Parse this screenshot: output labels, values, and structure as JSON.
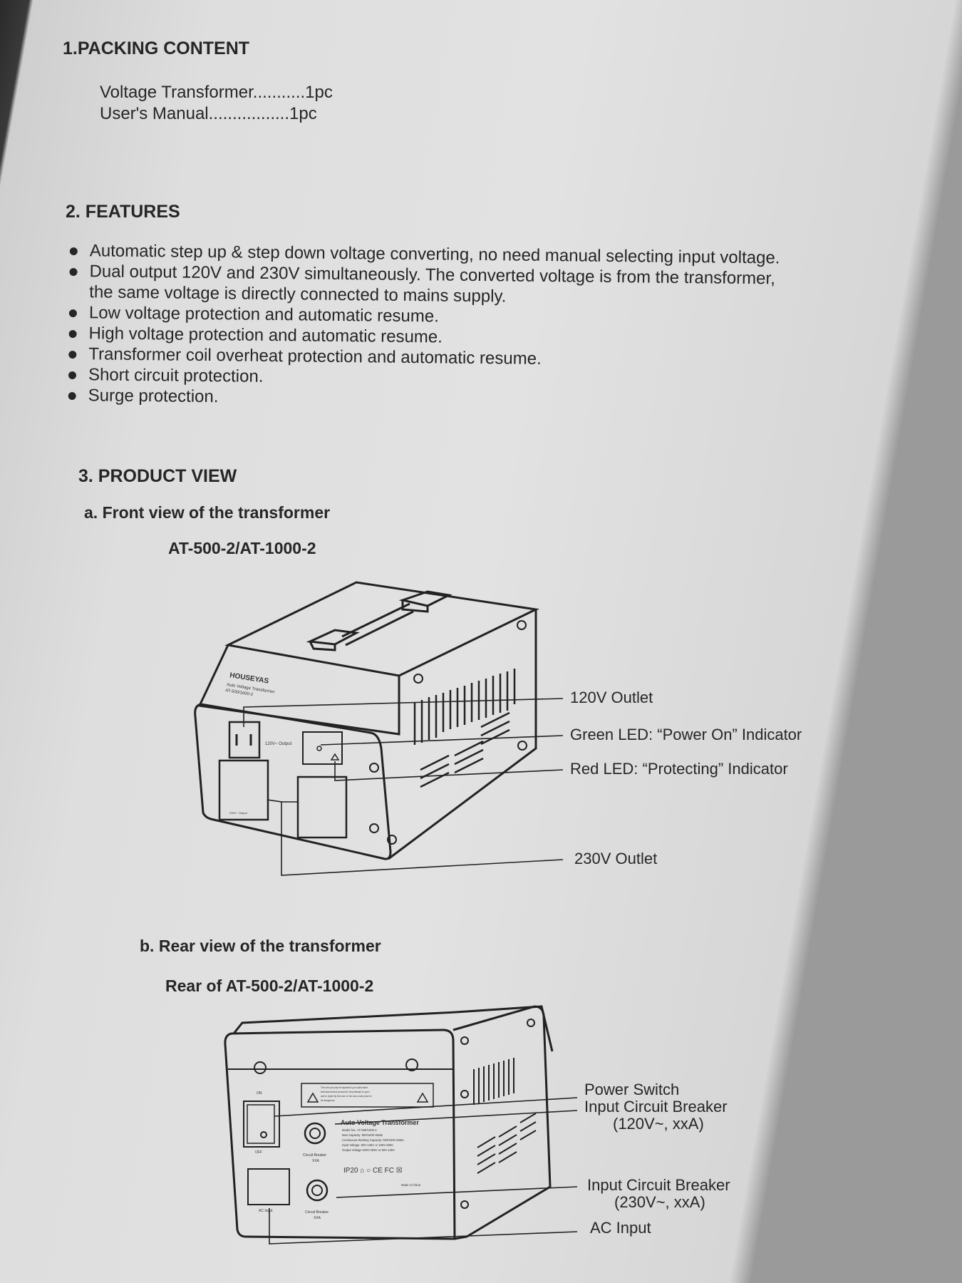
{
  "packing": {
    "heading": "1.PACKING CONTENT",
    "items": [
      "Voltage Transformer...........1pc",
      "User's Manual.................1pc"
    ]
  },
  "features": {
    "heading": "2. FEATURES",
    "items": [
      "Automatic step up & step down voltage converting, no need manual selecting input voltage.",
      "Dual output 120V and 230V simultaneously. The converted voltage is from the transformer,",
      "Low voltage protection and automatic resume.",
      "High voltage protection and automatic resume.",
      "Transformer coil overheat protection and automatic resume.",
      "Short circuit protection.",
      "Surge protection."
    ],
    "item2_cont": "the same voltage is directly connected to mains supply."
  },
  "product_view": {
    "heading": "3. PRODUCT VIEW",
    "front": {
      "subheading": "a. Front view of the transformer",
      "model": "AT-500-2/AT-1000-2",
      "brand": "HOUSEYAS",
      "brand_sub1": "Auto Voltage Transformer",
      "brand_sub2": "AT-500/1000-2",
      "outlet_120_text": "120V~ Output",
      "outlet_230_text": "230V~ Output",
      "labels": {
        "outlet_120": "120V Outlet",
        "green_led": "Green LED: “Power On” Indicator",
        "red_led": "Red LED: “Protecting” Indicator",
        "outlet_230": "230V Outlet"
      }
    },
    "rear": {
      "subheading": "b. Rear view of the transformer",
      "model": "Rear of AT-500-2/AT-1000-2",
      "warning": [
        "The unit can only be repaired by an authorized",
        "technical service personnel. Any attempt to open",
        "and to repair by the user on his own could prove to",
        "be dangerous."
      ],
      "switch_on": "ON",
      "switch_off": "OFF",
      "ac_input": "AC Input",
      "breaker_text": "Circuit Breaker",
      "breaker_rating": "XXA",
      "plate_title": "Auto Voltage Transformer",
      "plate_lines": [
        "Model No.: AT-500/1000-2",
        "Max Capacity: 500/1000 Watts",
        "Continuous Working Capacity: 500/1000 Watts",
        "Input Voltage: 90V-128V or 180V-256V",
        "Output Voltage:180V-256V or 90V-128V"
      ],
      "plate_marks": "IP20  ⌂  ○  CE  FC  ☒",
      "made_in": "Made in China",
      "labels": {
        "power_switch": "Power Switch",
        "breaker_120": "Input Circuit Breaker",
        "breaker_120_rating": "(120V~, xxA)",
        "breaker_230": "Input Circuit Breaker",
        "breaker_230_rating": "(230V~, xxA)",
        "ac_input": "AC Input"
      }
    }
  }
}
